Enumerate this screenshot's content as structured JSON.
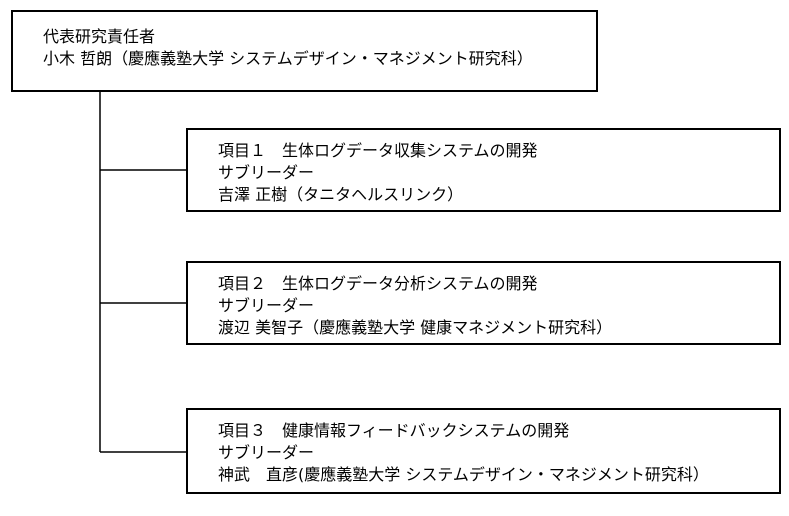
{
  "root": {
    "role": "代表研究責任者",
    "person": "小木 哲朗（慶應義塾大学 システムデザイン・マネジメント研究科）"
  },
  "items": [
    {
      "title": "項目１　生体ログデータ収集システムの開発",
      "role": "サブリーダー",
      "person": "吉澤 正樹（タニタヘルスリンク）"
    },
    {
      "title": "項目２　生体ログデータ分析システムの開発",
      "role": "サブリーダー",
      "person": "渡辺 美智子（慶應義塾大学 健康マネジメント研究科）"
    },
    {
      "title": "項目３　健康情報フィードバックシステムの開発",
      "role": "サブリーダー",
      "person": "神武　直彦(慶應義塾大学 システムデザイン・マネジメント研究科）"
    }
  ]
}
